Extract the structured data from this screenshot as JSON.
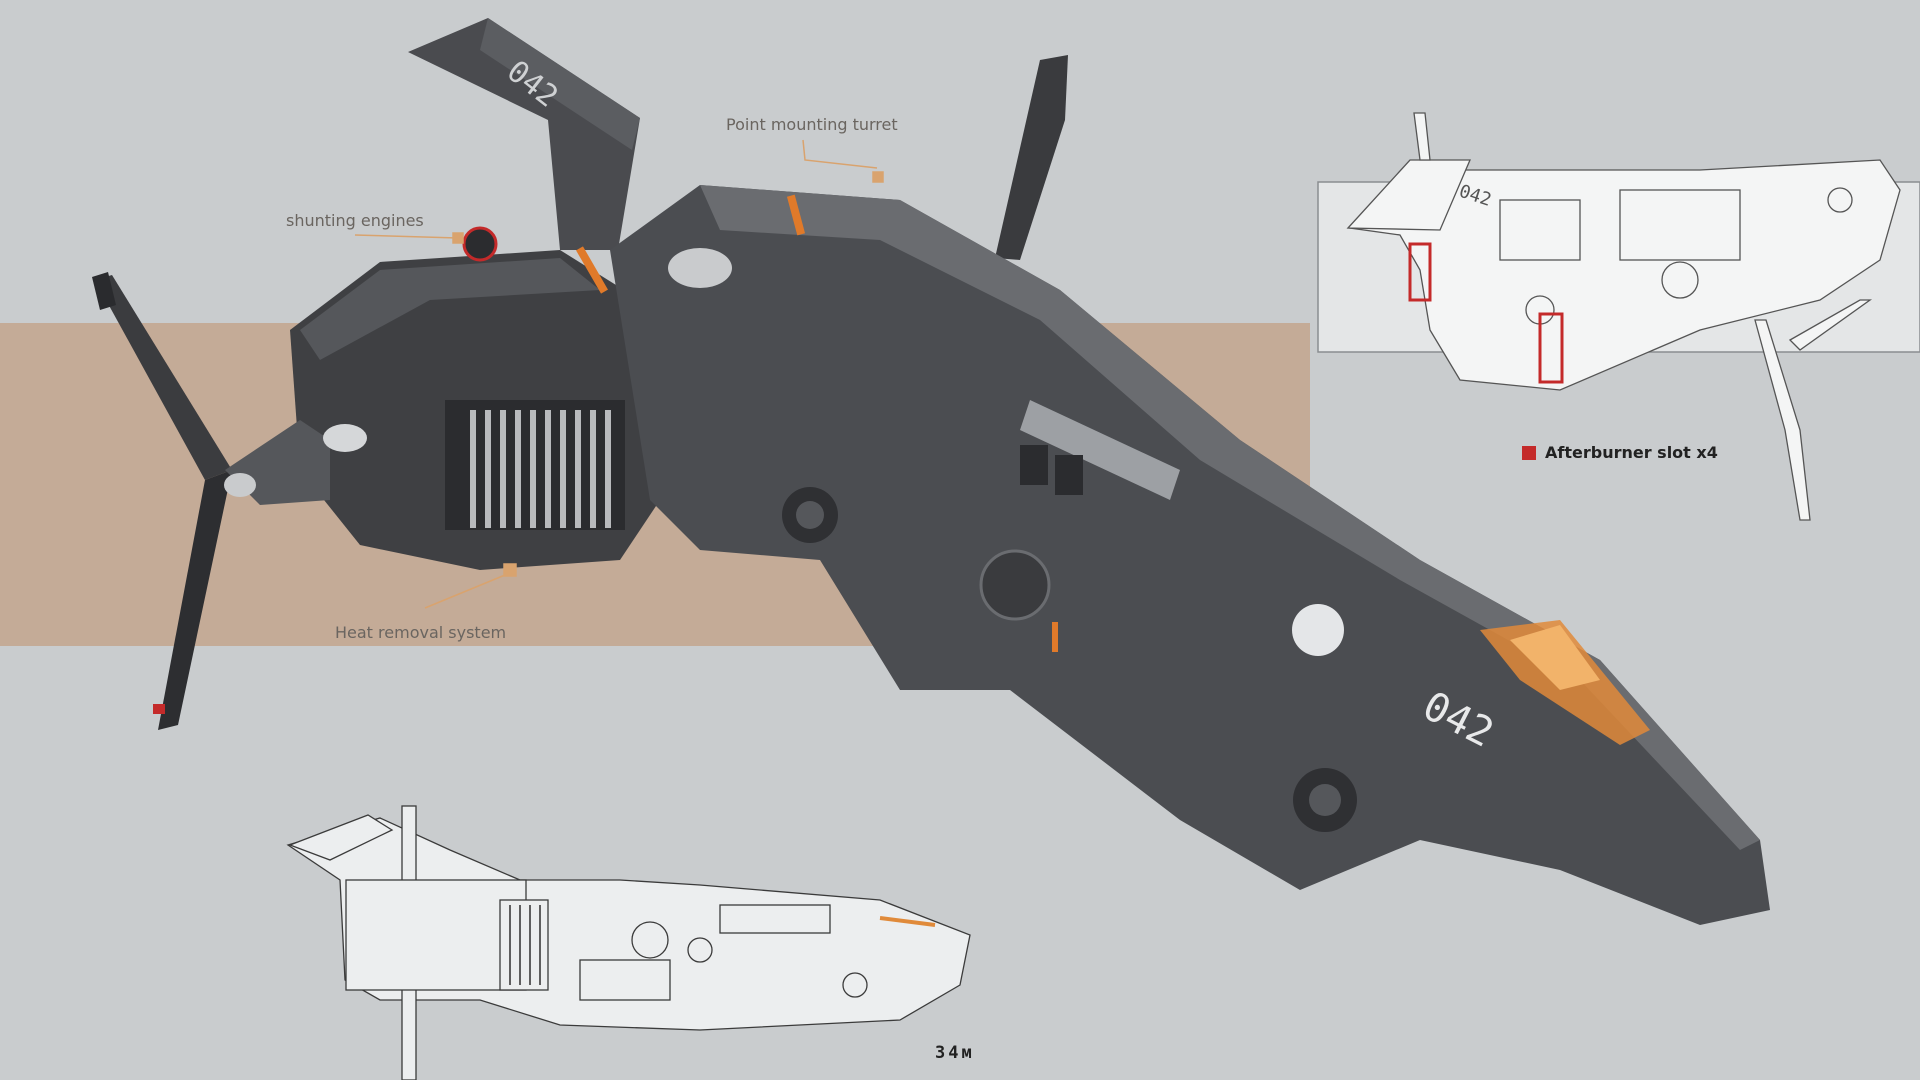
{
  "ship_markings": {
    "hull_number": "042"
  },
  "callouts": [
    {
      "id": "turret",
      "text": "Point mounting turret"
    },
    {
      "id": "shunting",
      "text": "shunting engines"
    },
    {
      "id": "heat",
      "text": "Heat removal system"
    }
  ],
  "legend": {
    "text": "Afterburner slot x4",
    "color": "#c42a2a"
  },
  "scale_label": "34м",
  "colors": {
    "background": "#c9ccce",
    "band": "#c4ab97",
    "hull_dark": "#3a3b3e",
    "hull_mid": "#55575b",
    "accent_orange": "#e07a2a",
    "leader_line": "#d9a36e"
  }
}
